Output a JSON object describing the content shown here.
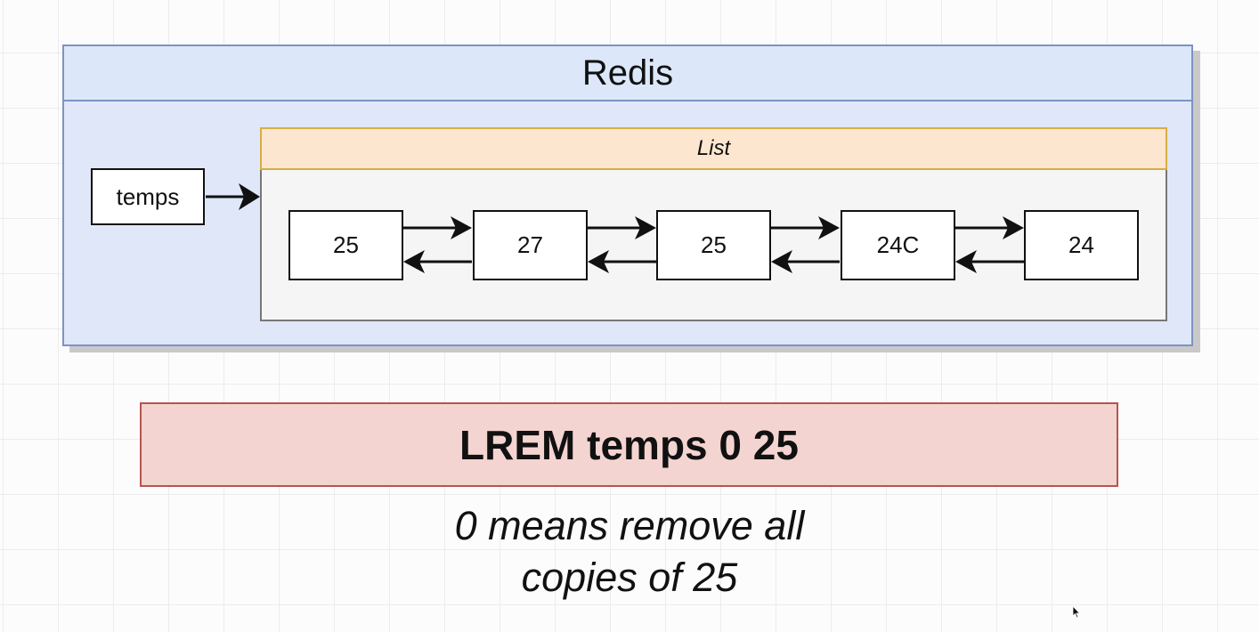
{
  "redis": {
    "title": "Redis"
  },
  "key": {
    "label": "temps"
  },
  "list": {
    "title": "List",
    "nodes": [
      "25",
      "27",
      "25",
      "24C",
      "24"
    ]
  },
  "command": {
    "text": "LREM temps 0 25"
  },
  "note": {
    "line1": "0 means remove all",
    "line2": "copies of 25"
  },
  "colors": {
    "redis_fill": "#dfe7f8",
    "redis_border": "#7d93c4",
    "list_header_fill": "#fce6cf",
    "list_header_border": "#d6ae45",
    "command_fill": "#f4d4d1",
    "command_border": "#b85450"
  }
}
